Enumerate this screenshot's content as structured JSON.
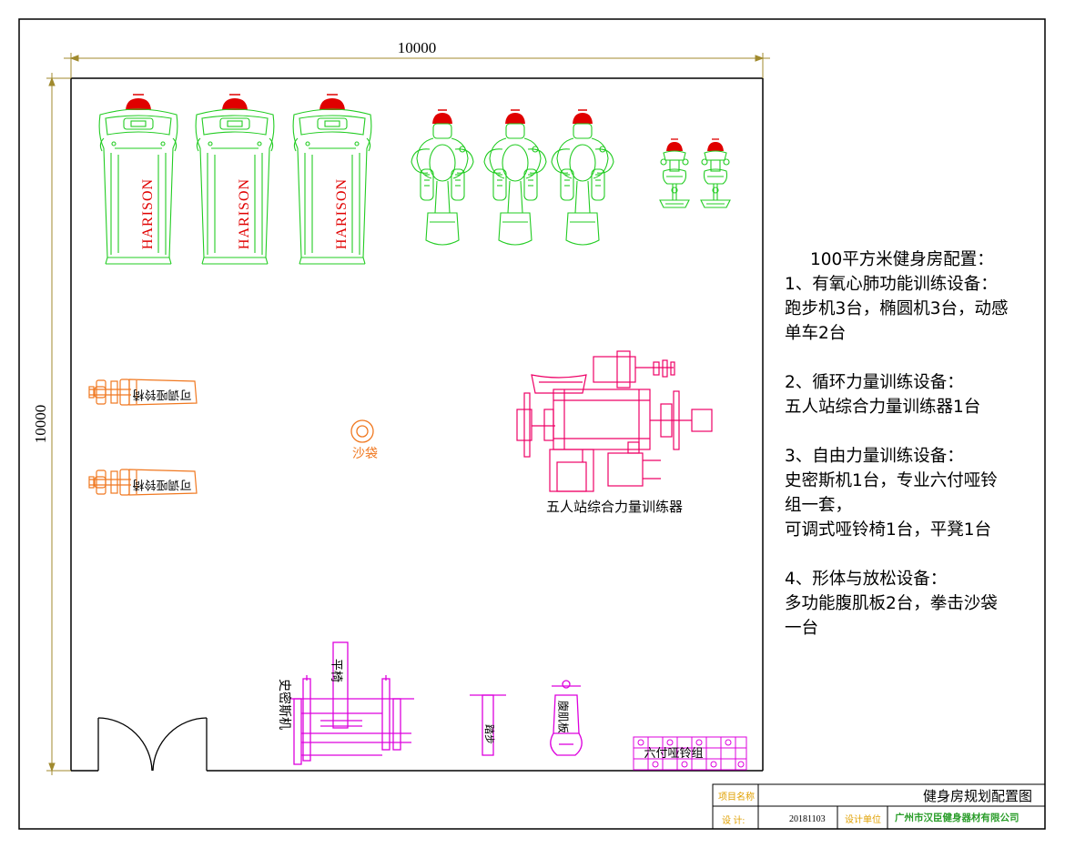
{
  "dimensions": {
    "top": "10000",
    "left": "10000"
  },
  "equipment": {
    "treadmill_brand": "HARISON",
    "adjustable_bench": "可调哑铃椅",
    "punching_bag": "沙袋",
    "five_station": "五人站综合力量训练器",
    "smith_machine": "史密斯机",
    "flat_bench": "平椅",
    "abdominal_board": "腹肌板",
    "six_dumbbell_set": "六付哑铃组",
    "stepper": "踏步"
  },
  "notes": {
    "title": "100平方米健身房配置：",
    "s1_head": "1、有氧心肺功能训练设备：",
    "s1_body1": "跑步机3台，椭圆机3台，动感",
    "s1_body2": "单车2台",
    "s2_head": "2、循环力量训练设备：",
    "s2_body": "五人站综合力量训练器1台",
    "s3_head": "3、自由力量训练设备：",
    "s3_body1": "史密斯机1台，专业六付哑铃",
    "s3_body2": "组一套，",
    "s3_body3": "可调式哑铃椅1台，平凳1台",
    "s4_head": "4、形体与放松设备：",
    "s4_body1": "多功能腹肌板2台，拳击沙袋",
    "s4_body2": "一台"
  },
  "title_block": {
    "project_label": "项目名称",
    "project_value": "健身房规划配置图",
    "design_label": "设  计:",
    "design_value": "20181103",
    "unit_label": "设计单位",
    "unit_value": "广州市汉臣健身器材有限公司"
  },
  "colors": {
    "border": "#000000",
    "dimension": "#a08a2e",
    "cardio": "#22cc22",
    "warning_light": "#e00000",
    "bench": "#f07820",
    "strength": "#ee0066",
    "free_weight": "#dd00dd",
    "title_label": "#e0a000",
    "company": "#2a9d2a"
  }
}
